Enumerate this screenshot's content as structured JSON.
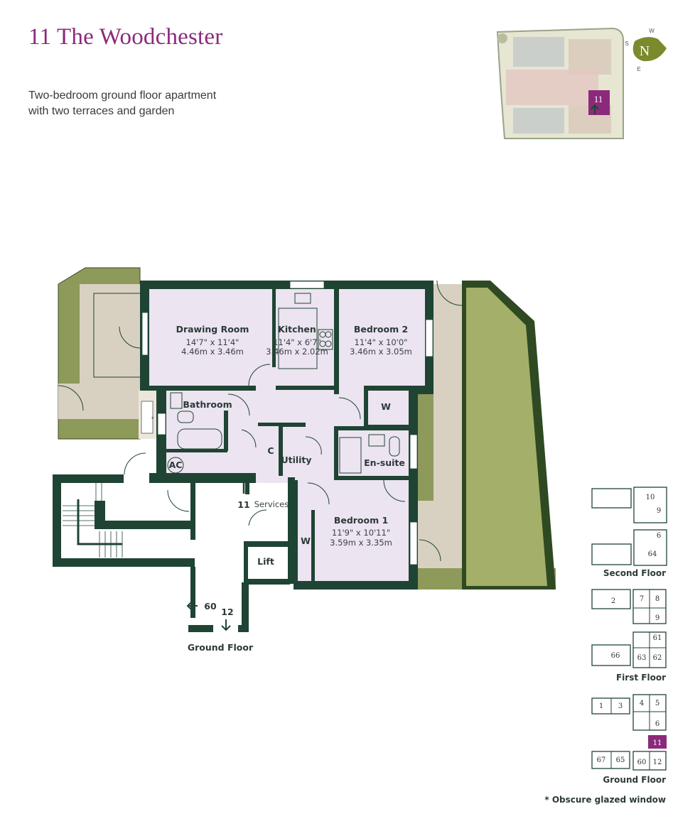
{
  "header": {
    "title": "11 The Woodchester",
    "subtitle_lines": [
      "Two-bedroom ground floor apartment",
      "with two terraces and garden"
    ]
  },
  "colors": {
    "title": "#8b2a7b",
    "walls": "#1f4434",
    "rooms": "#ece4f0",
    "paving": "#d8d1c1",
    "garden": "#8d9a5a",
    "compass": "#7c8a2e",
    "highlight": "#8b2a7b"
  },
  "site_plan": {
    "unit_number": "11",
    "compass": {
      "north": "N",
      "west": "W",
      "south": "S",
      "east": "E"
    }
  },
  "plan": {
    "rooms": [
      {
        "name": "Drawing Room",
        "imperial": "14'7\" x 11'4\"",
        "metric": "4.46m x 3.46m"
      },
      {
        "name": "Kitchen",
        "imperial": "11'4\" x 6'7\"",
        "metric": "3.46m x 2.02m"
      },
      {
        "name": "Bedroom 2",
        "imperial": "11'4\" x 10'0\"",
        "metric": "3.46m x 3.05m"
      },
      {
        "name": "Bedroom 1",
        "imperial": "11'9\" x 10'11\"",
        "metric": "3.59m x 3.35m"
      }
    ],
    "labels": {
      "bathroom": "Bathroom",
      "wardrobe_bed2": "W",
      "cupboard": "C",
      "utility": "Utility",
      "ensuite": "En-suite",
      "ac": "AC",
      "entrance": "11",
      "services": "Services",
      "wardrobe_bed1": "W",
      "lift": "Lift",
      "to_60": "60",
      "to_12": "12",
      "obscure_mark": "*"
    },
    "floor_label": "Ground Floor"
  },
  "key_plans": {
    "second_floor": {
      "label": "Second Floor",
      "units": [
        "10",
        "9",
        "6",
        "64"
      ]
    },
    "first_floor": {
      "label": "First Floor",
      "units": [
        "2",
        "7",
        "8",
        "9",
        "61",
        "66",
        "63",
        "62"
      ]
    },
    "ground_floor": {
      "label": "Ground Floor",
      "units": [
        "1",
        "3",
        "4",
        "5",
        "6",
        "11",
        "67",
        "65",
        "60",
        "12"
      ],
      "highlighted": "11"
    }
  },
  "footnote": "* Obscure glazed window"
}
